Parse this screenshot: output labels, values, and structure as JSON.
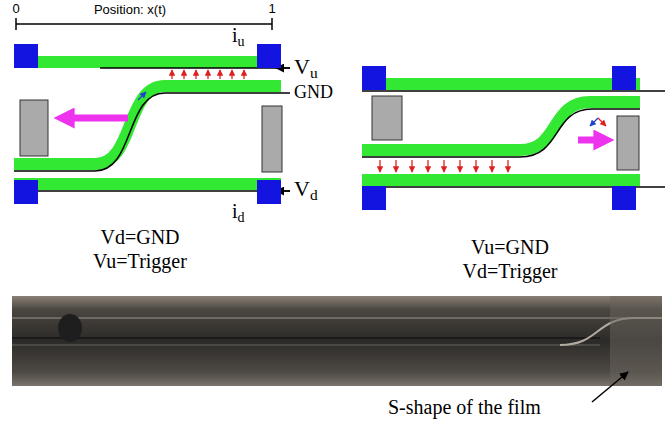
{
  "diagram": {
    "labels": [
      "0",
      "Position: x(t)",
      "1",
      "iu",
      "Vu",
      "GND",
      "Vd",
      "id",
      "Vd=GND",
      "Vu=Trigger",
      "Vu=GND",
      "Vd=Trigger",
      "S-shape of the film"
    ]
  }
}
